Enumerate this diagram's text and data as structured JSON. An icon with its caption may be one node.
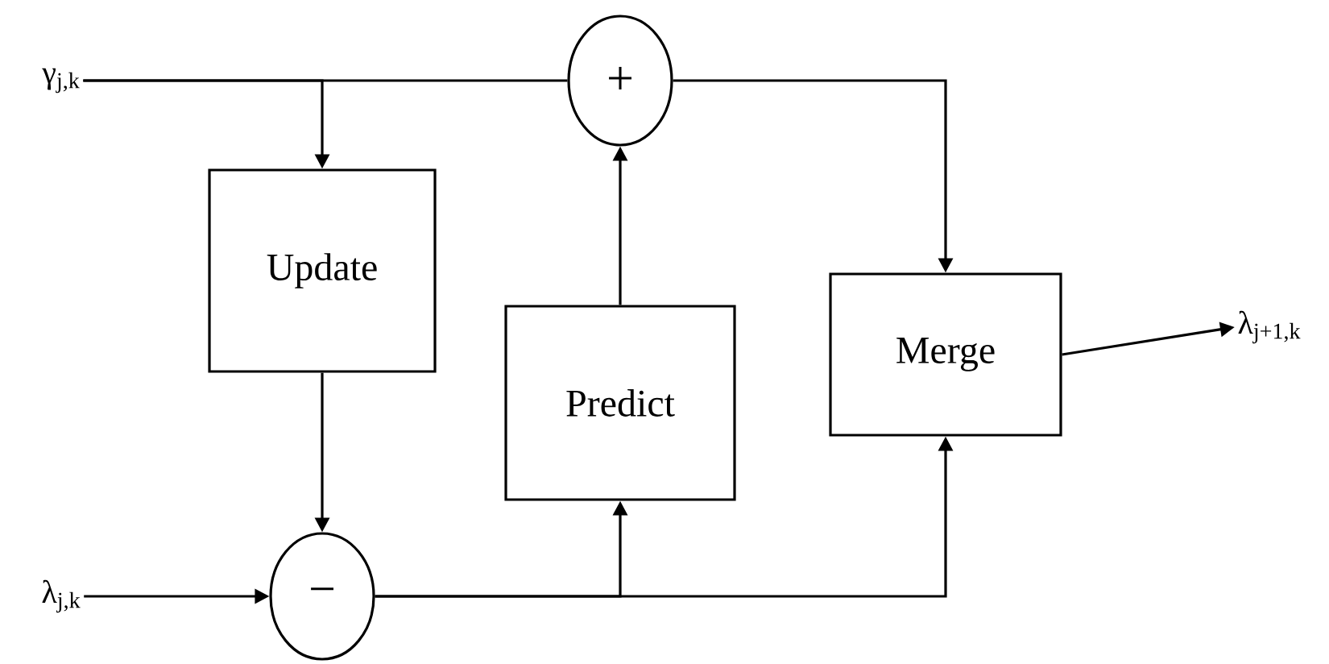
{
  "diagram": {
    "nodes": [
      {
        "text": [
          "γ$_{j,k}$"
        ]
      },
      {
        "text": [
          "λ$_{j,k}$"
        ]
      },
      {
        "text": [
          "Update"
        ]
      },
      {
        "text": [
          "Predict"
        ]
      },
      {
        "text": [
          "Merge"
        ]
      },
      {
        "text": [
          "+"
        ]
      },
      {
        "text": [
          "−"
        ]
      },
      {
        "text": [
          "λ$_{j+1,k}$"
        ]
      }
    ],
    "edges": [
      {
        "from": 0,
        "to": 5,
        "arrow": "none"
      },
      {
        "from": 0,
        "to": 2,
        "arrow": "to"
      },
      {
        "from": 5,
        "to": 4,
        "arrow": "to"
      },
      {
        "from": 1,
        "to": 6,
        "arrow": "to"
      },
      {
        "from": 2,
        "to": 6,
        "arrow": "to"
      },
      {
        "from": 6,
        "to": 3,
        "arrow": "to"
      },
      {
        "from": 6,
        "to": 4,
        "arrow": "to"
      },
      {
        "from": 3,
        "to": 5,
        "arrow": "to"
      },
      {
        "from": 4,
        "to": 7,
        "arrow": "to"
      }
    ]
  }
}
